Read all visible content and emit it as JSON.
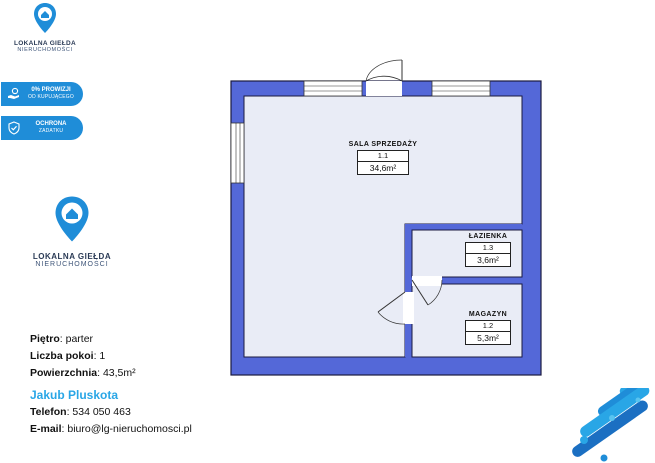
{
  "logo_top": {
    "brand": "LOKALNA GIEŁDA",
    "sub": "NIERUCHOMOŚCI"
  },
  "badges": [
    {
      "line1": "0% PROWIZJI",
      "line2": "OD KUPUJĄCEGO",
      "icon": "hand-money-icon"
    },
    {
      "line1": "OCHRONA",
      "line2": "ZADATKU",
      "icon": "shield-check-icon"
    }
  ],
  "logo_mid": {
    "brand": "LOKALNA GIEŁDA",
    "sub": "NIERUCHOMOŚCI"
  },
  "details": {
    "floor_label": "Piętro",
    "floor_value": ": parter",
    "rooms_label": "Liczba pokoi",
    "rooms_value": ": 1",
    "area_label": "Powierzchnia",
    "area_value": ": 43,5m²"
  },
  "agent": {
    "name": "Jakub Pluskota",
    "phone_label": "Telefon",
    "phone_value": ": 534 050 463",
    "email_label": "E-mail",
    "email_value": ": biuro@lg-nieruchomosci.pl"
  },
  "rooms": [
    {
      "name": "SALA SPRZEDAŻY",
      "number": "1.1",
      "area": "34,6m²"
    },
    {
      "name": "ŁAZIENKA",
      "number": "1.3",
      "area": "3,6m²"
    },
    {
      "name": "MAGAZYN",
      "number": "1.2",
      "area": "5,3m²"
    }
  ],
  "colors": {
    "floor": "#e9ecf6",
    "wall": "#5468d8",
    "accent": "#1f8dd8",
    "agent": "#29a6e6"
  }
}
